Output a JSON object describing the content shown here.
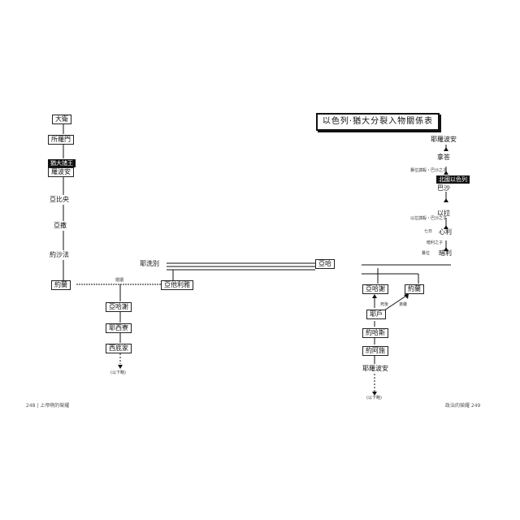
{
  "title": "以色列·猶大分裂入物關係表",
  "left_chain": [
    "大衛",
    "所羅門",
    "羅波安",
    "亞比央",
    "亞撒",
    "約沙法",
    "約蘭"
  ],
  "left_label_dark": "猶大諸王",
  "center_nodes": {
    "jehoram_wife": "亞他利雅",
    "omri": "暗利",
    "ahab": "亞哈",
    "north_left": "耶洗別"
  },
  "sub_chain": [
    "亞哈謝",
    "耶西寮",
    "西底家"
  ],
  "sub_end": "(以下略)",
  "right_chain": [
    "耶羅波安",
    "拿答",
    "巴沙",
    "以拉",
    "心利",
    "暗利"
  ],
  "right_label_dark": "北國以色列",
  "right_small_labels": [
    "篡位謀殺・巴沙之子",
    "以拉謀殺・巴沙之子",
    "七日",
    "暗利之子",
    "篡位"
  ],
  "ahab_children": [
    "亞哈謝",
    "約蘭"
  ],
  "ahab_children_note": [
    "死後",
    "弟繼"
  ],
  "lower_chain": [
    "耶戶",
    "約哈斯",
    "約阿施",
    "耶羅波安"
  ],
  "lower_end": "(以下略)",
  "marriage_label": "婚姻",
  "footer_left": "248 | 上帝啊的榮耀",
  "footer_right": "政治的榮耀 249"
}
